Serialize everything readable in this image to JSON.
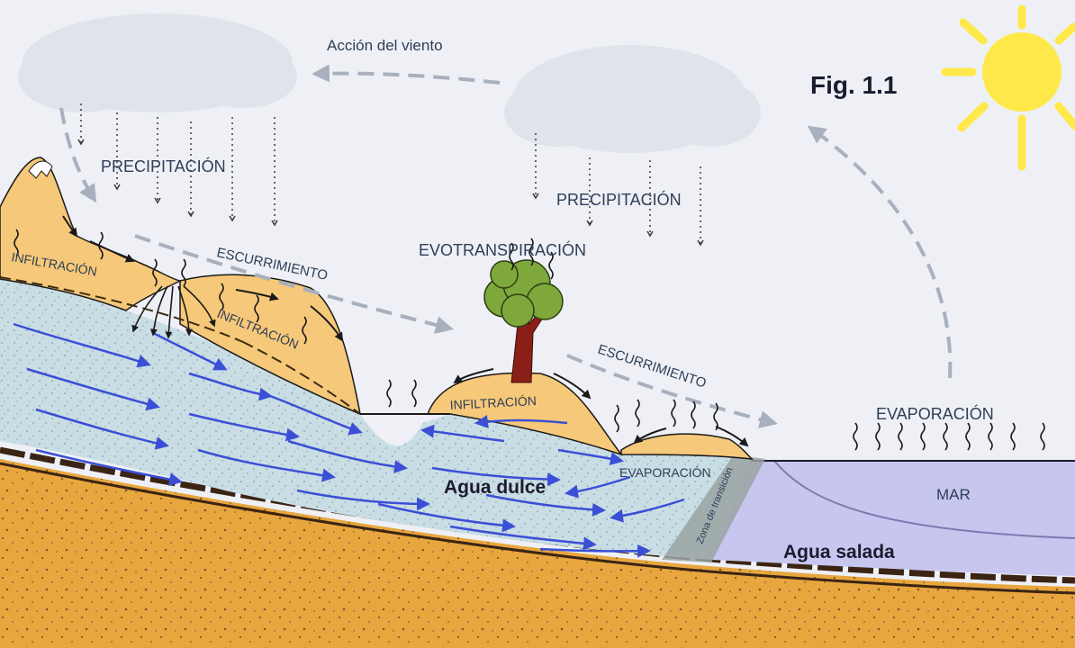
{
  "figure": {
    "fig_label": "Fig. 1.1",
    "labels": {
      "wind": "Acción del viento",
      "precip_left": "PRECIPITACIÓN",
      "precip_right": "PRECIPITACIÓN",
      "evotranspiration": "EVOTRANSPIRACIÓN",
      "runoff_1": "ESCURRIMIENTO",
      "runoff_2": "ESCURRIMIENTO",
      "infiltration_1": "INFILTRACIÓN",
      "infiltration_2": "INFILTRACIÓN",
      "infiltration_3": "INFILTRACIÓN",
      "evaporation_sea": "EVAPORACIÓN",
      "evaporation_coast": "EVAPORACIÓN",
      "fresh_water": "Agua dulce",
      "salt_water": "Agua salada",
      "sea": "MAR",
      "transition_zone": "Zona de transición"
    },
    "colors": {
      "sky": "#eef0f6",
      "cloud": "#dfe3ea",
      "sun": "#ffe94a",
      "land_surface": "#f6c879",
      "aquifer": "#c9dde4",
      "bedrock": "#e8a63e",
      "sea": "#c6c6ef",
      "flow_arrow": "#3a4fd6",
      "tree_canopy": "#7ea83b",
      "tree_trunk": "#8a1f18",
      "snow": "#ffffff"
    }
  }
}
